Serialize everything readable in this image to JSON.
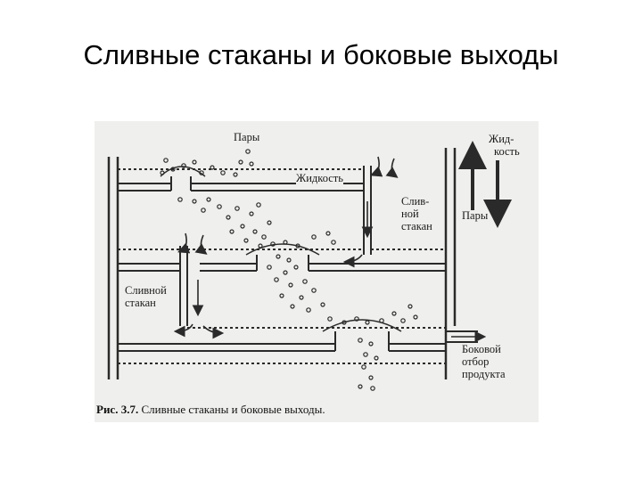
{
  "slide": {
    "title": "Сливные стаканы и боковые выходы"
  },
  "figure": {
    "labels": {
      "vapors_top": "Пары",
      "liquid": "Жидкость",
      "liquid_side_1": "Жид-",
      "liquid_side_2": "кость",
      "vapors_side": "Пары",
      "downcomer_right_1": "Слив-",
      "downcomer_right_2": "ной",
      "downcomer_right_3": "стакан",
      "downcomer_left_1": "Сливной",
      "downcomer_left_2": "стакан",
      "side_draw_1": "Боковой",
      "side_draw_2": "отбор",
      "side_draw_3": "продукта"
    },
    "caption_prefix": "Рис. 3.7.",
    "caption_text": "Сливные стаканы и боковые выходы."
  },
  "colors": {
    "line": "#2a2a2a",
    "background": "#efefed"
  }
}
